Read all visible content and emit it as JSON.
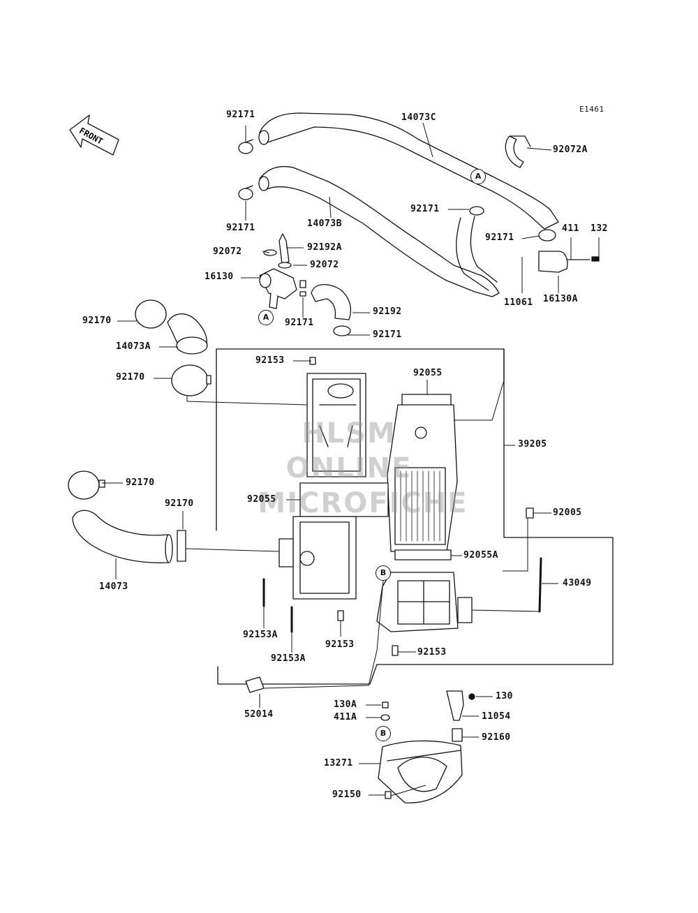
{
  "ref_code": "E1461",
  "front_label": "FRONT",
  "watermark": {
    "line1": "HLSM",
    "line2": "ONLINE",
    "line3": "MICROFICHE"
  },
  "callouts": {
    "a_top": "A",
    "a_left": "A",
    "b_mid": "B",
    "b_low": "B"
  },
  "parts": {
    "p92171_top": "92171",
    "p14073C": "14073C",
    "p92072A": "92072A",
    "p92171_mid_left": "92171",
    "p14073B": "14073B",
    "p92171_right_a": "92171",
    "p92171_right_b": "92171",
    "p411": "411",
    "p132": "132",
    "p92072_left": "92072",
    "p92192A": "92192A",
    "p92072_right": "92072",
    "p16130": "16130",
    "p11061": "11061",
    "p16130A": "16130A",
    "p92192": "92192",
    "p92170_a": "92170",
    "p92171_low": "92171",
    "p92171_hose": "92171",
    "p14073A": "14073A",
    "p92153_top": "92153",
    "p92055": "92055",
    "p92170_b": "92170",
    "p39205": "39205",
    "p92170_c": "92170",
    "p92055_left": "92055",
    "p92170_d": "92170",
    "p92005": "92005",
    "p14073": "14073",
    "p92055A": "92055A",
    "p43049": "43049",
    "p92153A_a": "92153A",
    "p92153_mid": "92153",
    "p92153_right": "92153",
    "p92153A_b": "92153A",
    "p52014": "52014",
    "p130A": "130A",
    "p130": "130",
    "p411A": "411A",
    "p11054": "11054",
    "p92160": "92160",
    "p13271": "13271",
    "p92150": "92150"
  }
}
